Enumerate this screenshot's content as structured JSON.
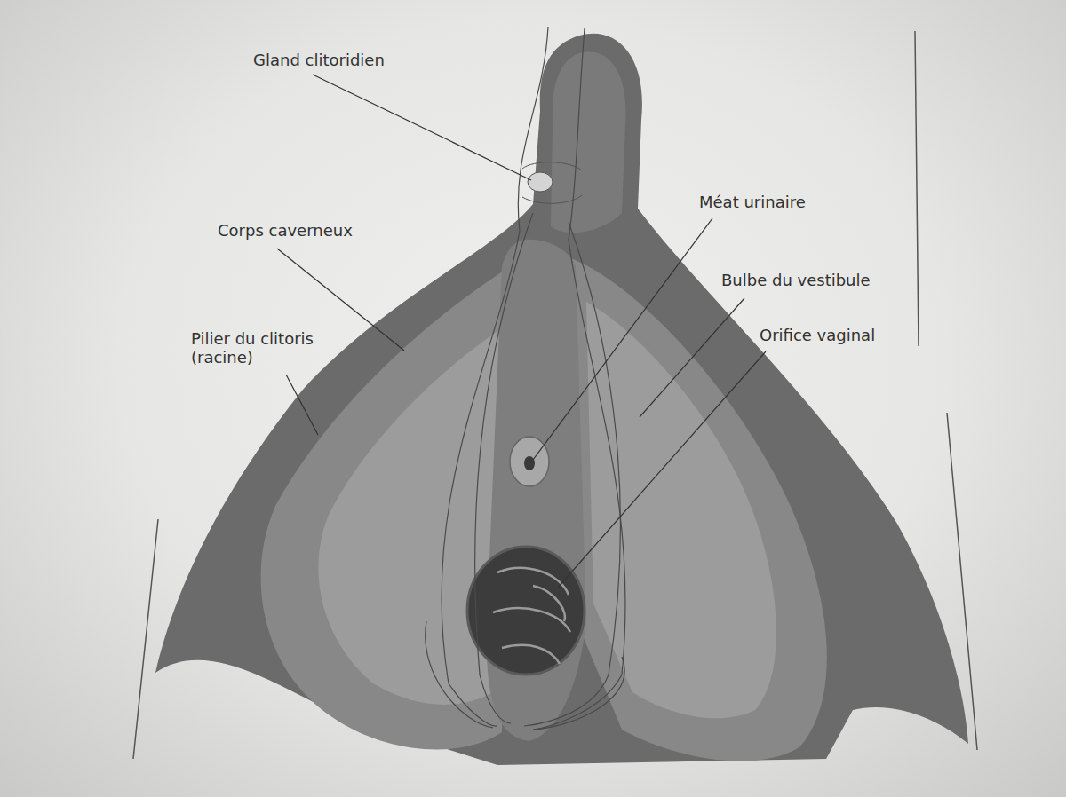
{
  "diagram": {
    "labels": [
      "Gland clitoridien",
      "Corps caverneux",
      "Pilier du clitoris (racine)",
      "Méat urinaire",
      "Bulbe du vestibule",
      "Orifice vaginal"
    ]
  }
}
